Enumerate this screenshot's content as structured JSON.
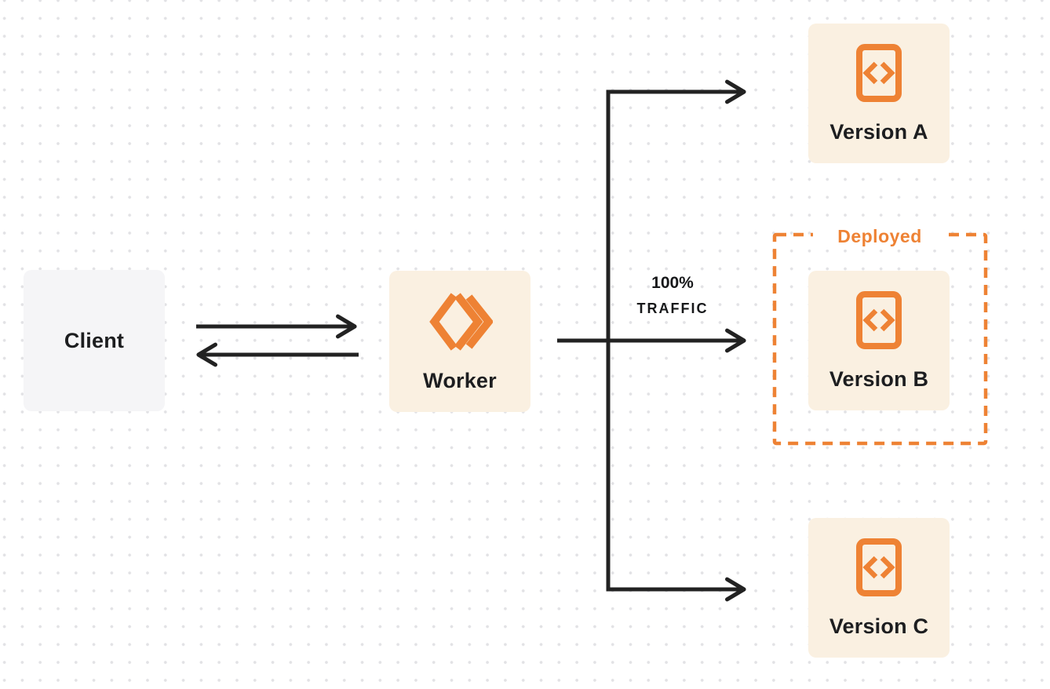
{
  "diagram": {
    "kind": "worker-version-deployment-flow",
    "colors": {
      "accent_orange": "#ee8234",
      "connector_dark": "#222222",
      "node_cream_bg": "#faf0e1",
      "client_gray_bg": "#f5f5f7",
      "canvas_bg": "#ffffff",
      "dot_grid": "#e2e2e5",
      "label_text": "#1d1e20"
    },
    "nodes": {
      "client": {
        "label": "Client"
      },
      "worker": {
        "label": "Worker",
        "icon": "workers-logo-icon"
      },
      "version_a": {
        "label": "Version A",
        "icon": "code-icon"
      },
      "version_b": {
        "label": "Version B",
        "icon": "code-icon"
      },
      "version_c": {
        "label": "Version C",
        "icon": "code-icon"
      }
    },
    "annotations": {
      "deployed_badge": {
        "label": "Deployed"
      },
      "traffic_label": {
        "percent": "100%",
        "word": "TRAFFIC"
      }
    },
    "edges": [
      {
        "from": "client",
        "to": "worker",
        "type": "request-arrow"
      },
      {
        "from": "worker",
        "to": "client",
        "type": "response-arrow"
      },
      {
        "from": "worker",
        "to": "version_a",
        "type": "branch-arrow"
      },
      {
        "from": "worker",
        "to": "version_b",
        "type": "traffic-arrow",
        "label": "100% TRAFFIC"
      },
      {
        "from": "worker",
        "to": "version_c",
        "type": "branch-arrow"
      }
    ]
  }
}
